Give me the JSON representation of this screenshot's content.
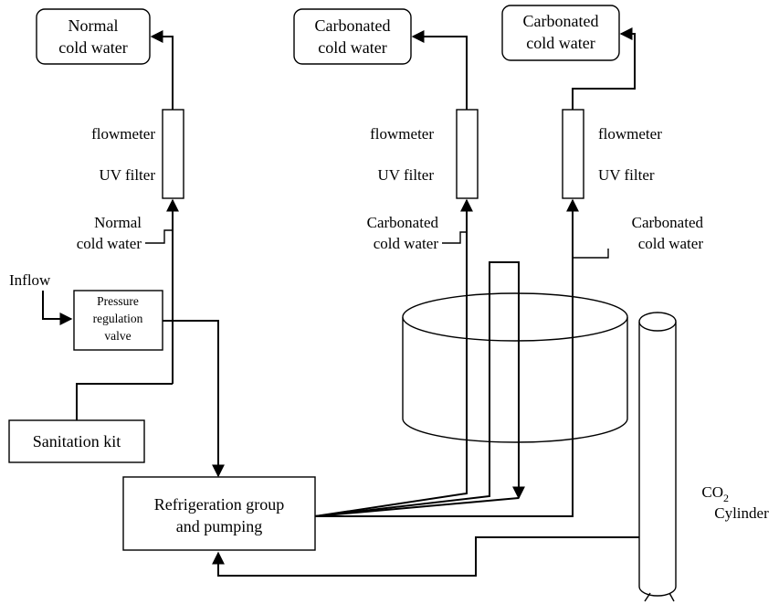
{
  "outputs": {
    "normal": [
      "Normal",
      "cold water"
    ],
    "carbonated_1": [
      "Carbonated",
      "cold water"
    ],
    "carbonated_2": [
      "Carbonated",
      "cold water"
    ]
  },
  "flowmeter_label": "flowmeter",
  "uv_filter_label": "UV filter",
  "line_labels": {
    "normal": [
      "Normal",
      "cold water"
    ],
    "carbonated_1": [
      "Carbonated",
      "cold water"
    ],
    "carbonated_2": [
      "Carbonated",
      "cold water"
    ]
  },
  "inflow_label": "Inflow",
  "pressure_valve": [
    "Pressure",
    "regulation",
    "valve"
  ],
  "sanitation_kit": "Sanitation kit",
  "refrigeration": [
    "Refrigeration group",
    "and pumping"
  ],
  "co2": {
    "formula": "CO",
    "subscript": "2",
    "name": "Cylinder"
  }
}
